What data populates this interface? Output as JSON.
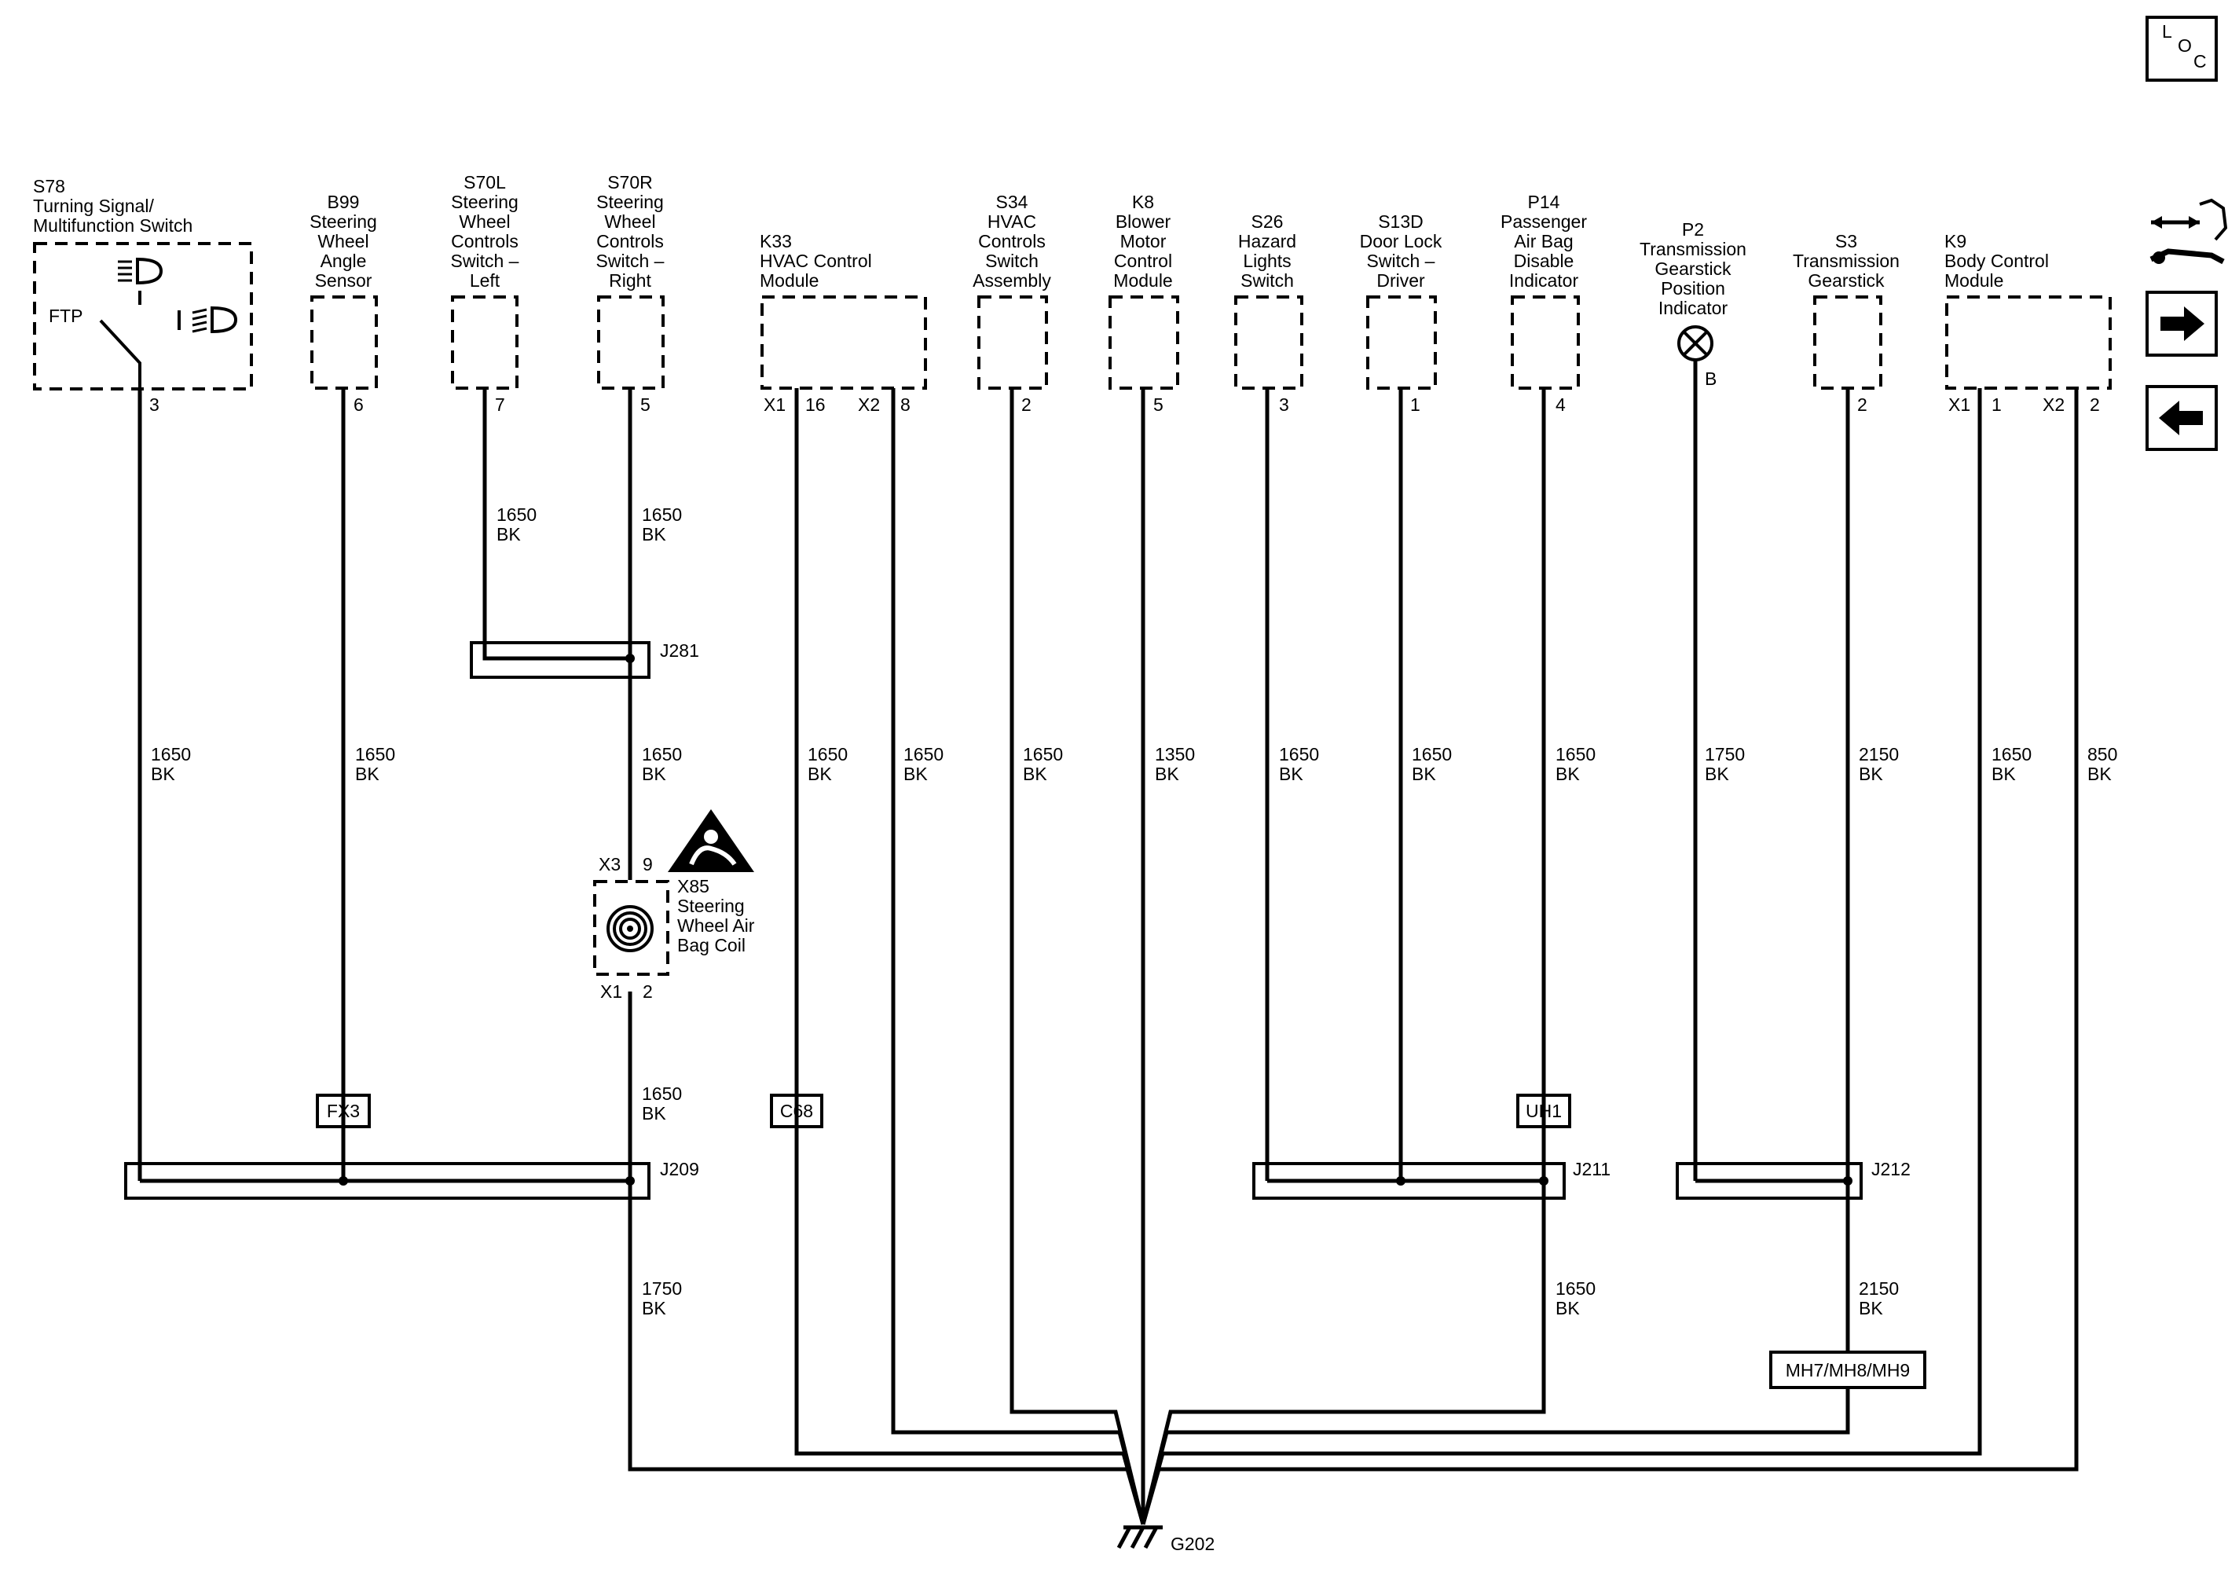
{
  "loc_button": {
    "l": "L",
    "o": "O",
    "c": "C"
  },
  "components": {
    "s78": [
      "S78",
      "Turning Signal/",
      "Multifunction Switch"
    ],
    "b99": [
      "B99",
      "Steering",
      "Wheel",
      "Angle",
      "Sensor"
    ],
    "s70l": [
      "S70L",
      "Steering",
      "Wheel",
      "Controls",
      "Switch –",
      "Left"
    ],
    "s70r": [
      "S70R",
      "Steering",
      "Wheel",
      "Controls",
      "Switch –",
      "Right"
    ],
    "k33": [
      "K33",
      "HVAC Control",
      "Module"
    ],
    "s34": [
      "S34",
      "HVAC",
      "Controls",
      "Switch",
      "Assembly"
    ],
    "k8": [
      "K8",
      "Blower",
      "Motor",
      "Control",
      "Module"
    ],
    "s26": [
      "S26",
      "Hazard",
      "Lights",
      "Switch"
    ],
    "s13d": [
      "S13D",
      "Door Lock",
      "Switch –",
      "Driver"
    ],
    "p14": [
      "P14",
      "Passenger",
      "Air Bag",
      "Disable",
      "Indicator"
    ],
    "p2": [
      "P2",
      "Transmission",
      "Gearstick",
      "Position",
      "Indicator"
    ],
    "s3": [
      "S3",
      "Transmission",
      "Gearstick"
    ],
    "k9": [
      "K9",
      "Body Control",
      "Module"
    ],
    "x85": [
      "X85",
      "Steering",
      "Wheel Air",
      "Bag Coil"
    ]
  },
  "ftp_label": "FTP",
  "pins": {
    "s78": "3",
    "b99": "6",
    "s70l": "7",
    "s70r": "5",
    "k33_c1": "X1",
    "k33_p1": "16",
    "k33_c2": "X2",
    "k33_p2": "8",
    "s34": "2",
    "k8": "5",
    "s26": "3",
    "s13d": "1",
    "p14": "4",
    "p2": "B",
    "s3": "2",
    "k9_c1": "X1",
    "k9_p1": "1",
    "k9_c2": "X2",
    "k9_p2": "2",
    "x85_top_c": "X3",
    "x85_top_p": "9",
    "x85_bot_c": "X1",
    "x85_bot_p": "2"
  },
  "wires": {
    "s70l_a": [
      "1650",
      "BK"
    ],
    "s70r_a": [
      "1650",
      "BK"
    ],
    "s78_a": [
      "1650",
      "BK"
    ],
    "b99_a": [
      "1650",
      "BK"
    ],
    "s70r_b": [
      "1650",
      "BK"
    ],
    "k33_16": [
      "1650",
      "BK"
    ],
    "k33_8": [
      "1650",
      "BK"
    ],
    "s34_a": [
      "1650",
      "BK"
    ],
    "k8_a": [
      "1350",
      "BK"
    ],
    "s26_a": [
      "1650",
      "BK"
    ],
    "s13d_a": [
      "1650",
      "BK"
    ],
    "p14_a": [
      "1650",
      "BK"
    ],
    "p2_a": [
      "1750",
      "BK"
    ],
    "s3_a": [
      "2150",
      "BK"
    ],
    "k9_1": [
      "1650",
      "BK"
    ],
    "k9_2": [
      "850",
      "BK"
    ],
    "x85_out": [
      "1650",
      "BK"
    ],
    "j209_out": [
      "1750",
      "BK"
    ],
    "j211_out": [
      "1650",
      "BK"
    ],
    "j212_out": [
      "2150",
      "BK"
    ]
  },
  "splices": {
    "j281": "J281",
    "j209": "J209",
    "j211": "J211",
    "j212": "J212"
  },
  "options": {
    "fx3": "FX3",
    "c68": "C68",
    "uh1": "UH1",
    "mh": "MH7/MH8/MH9"
  },
  "ground": "G202"
}
